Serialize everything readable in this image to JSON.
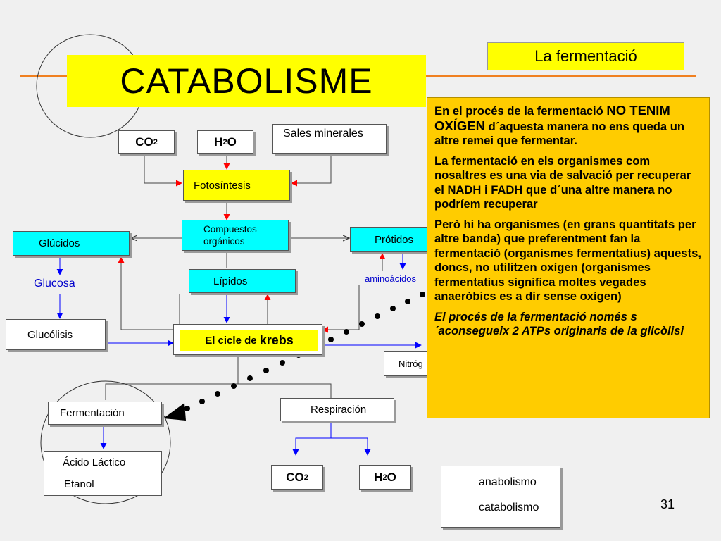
{
  "slide": {
    "title": "CATABOLISME",
    "subtitle": "La fermentació",
    "page_number": "31"
  },
  "diagram": {
    "co2_top": "CO",
    "h2o_top": "H",
    "sub2": "2",
    "o_letter": "O",
    "sales_minerales": "Sales minerales",
    "fotosintesis": "Fotosíntesis",
    "compuestos_organicos_1": "Compuestos",
    "compuestos_organicos_2": "orgánicos",
    "glucidos": "Glúcidos",
    "protidos": "Prótidos",
    "glucosa": "Glucosa",
    "aminoacidos": "aminoácidos",
    "lipidos": "Lípidos",
    "glucolisis": "Glucólisis",
    "cicle_krebs_prefix": "El cicle de ",
    "cicle_krebs_word": "krebs",
    "nitrogeno": "Nitróg",
    "fermentacion": "Fermentación",
    "respiracion": "Respiración",
    "acido_lactico": "Ácido Láctico",
    "etanol": "Etanol",
    "co2_bottom": "CO",
    "h2o_bottom": "H"
  },
  "legend": {
    "anabolismo": "anabolismo",
    "catabolismo": "catabolismo",
    "anabolismo_color": "#ff0000",
    "catabolismo_color": "#0000ff"
  },
  "panel": {
    "p1_a": "En el procés de la fermentació ",
    "p1_b": "NO TENIM OXÍGEN",
    "p1_c": " d´aquesta manera no ens queda un altre remei que fermentar.",
    "p2": "La fermentació en els organismes com nosaltres es una via de salvació per recuperar el NADH i FADH que d´una altre manera no podríem recuperar",
    "p3": "Però hi ha organismes (en grans quantitats per altre banda) que preferentment fan la fermentació (organismes fermentatius) aquests, doncs, no utilitzen oxígen (organismes fermentatius significa moltes vegades anaeròbics es a dir sense oxígen)",
    "p4": "El procés de la fermentació només s´aconsegueix 2 ATPs originaris de la glicòlisi"
  },
  "colors": {
    "yellow": "#ffff00",
    "orange_panel": "#ffcc00",
    "cyan": "#00ffff",
    "orange_line": "#f08020"
  }
}
